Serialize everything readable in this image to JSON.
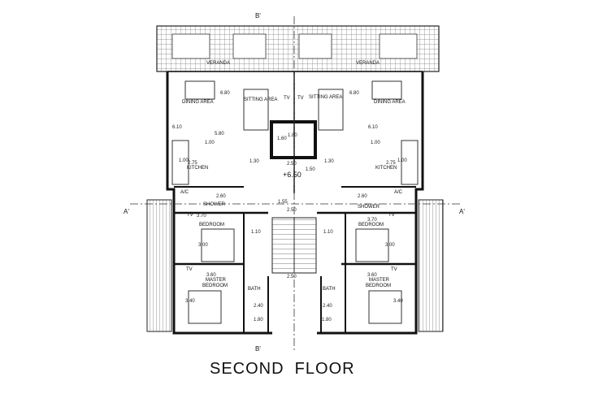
{
  "title": "SECOND  FLOOR",
  "section_marks": {
    "b_top": "B'",
    "b_bottom": "B'",
    "a_left": "A'",
    "a_right": "A'"
  },
  "level": "+6.50",
  "rooms": {
    "veranda_left": "VERANDA",
    "veranda_right": "VERANDA",
    "dining_left": "DINING  AREA",
    "dining_right": "DINING  AREA",
    "sitting_left": "SITTING AREA",
    "sitting_right": "SITTING AREA",
    "kitchen_left": "KITCHEN",
    "kitchen_right": "KITCHEN",
    "shower_left": "SHOWER",
    "shower_right": "SHOWER",
    "bedroom_left": "BEDROOM",
    "bedroom_right": "BEDROOM",
    "master_left_1": "MASTER",
    "master_left_2": "BEDROOM",
    "master_right_1": "MASTER",
    "master_right_2": "BEDROOM",
    "bath_left": "BATH",
    "bath_right": "BATH"
  },
  "tags": {
    "tv": "TV",
    "ac": "A/C"
  },
  "dimensions": {
    "d680": "6.80",
    "d610": "6.10",
    "d580": "5.80",
    "d180": "1.80",
    "d160": "1.60",
    "d100": "1.00",
    "d275": "2.75",
    "d130": "1.30",
    "d250": "2.50",
    "d150": "1.50",
    "d260": "2.60",
    "d370": "3.70",
    "d300": "3.00",
    "d110": "1.10",
    "d360": "3.60",
    "d340": "3.40",
    "d240": "2.40",
    "d355": "1.55"
  }
}
